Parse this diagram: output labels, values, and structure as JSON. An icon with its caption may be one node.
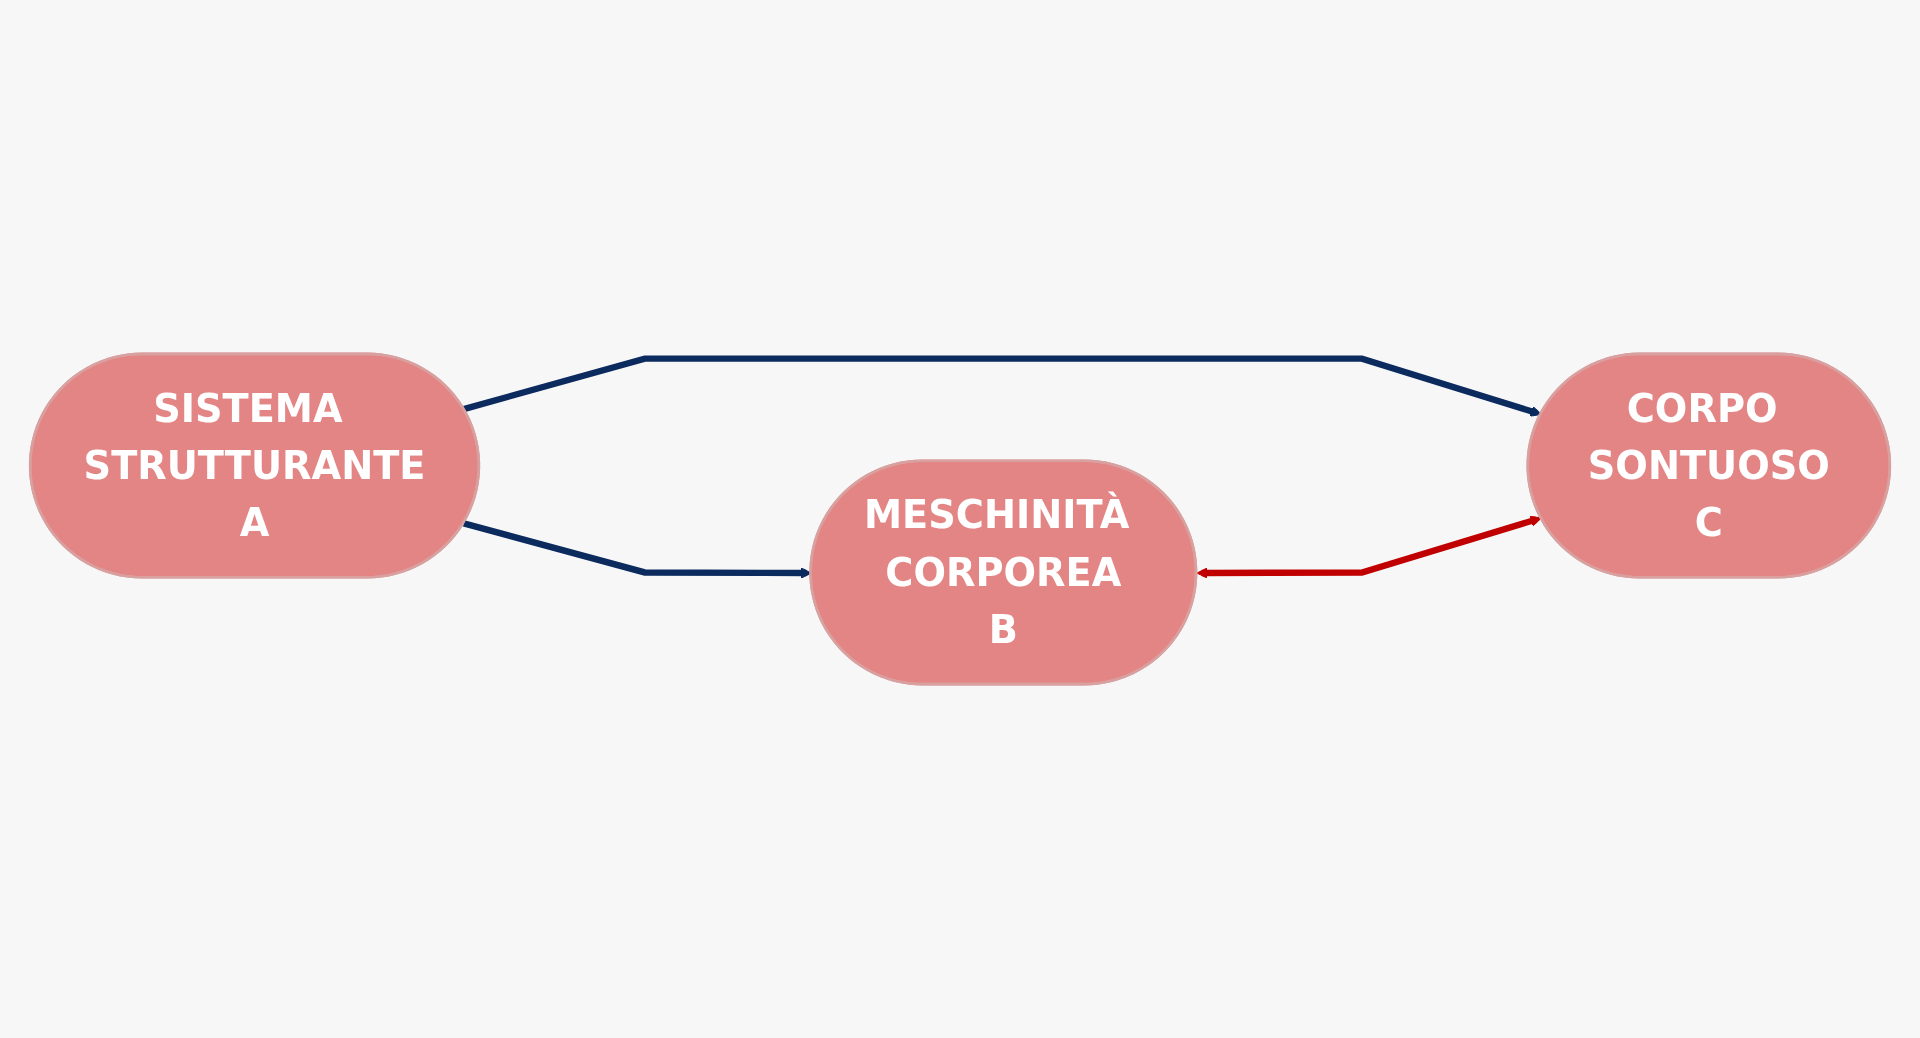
{
  "diagram": {
    "nodes": [
      {
        "text": [
          "SISTEMA STRUTTURANTE",
          "A"
        ]
      },
      {
        "text": [
          "CORPO SONTUOSO",
          "C"
        ]
      },
      {
        "text": [
          "MESCHINITÀ CORPOREA",
          "B"
        ]
      }
    ],
    "edges": [
      {
        "from": 0,
        "to": 1,
        "arrow": "to"
      },
      {
        "from": 0,
        "to": 2,
        "arrow": "to"
      },
      {
        "from": 2,
        "to": 1,
        "arrow": "both",
        "color": "#c00000"
      }
    ]
  }
}
